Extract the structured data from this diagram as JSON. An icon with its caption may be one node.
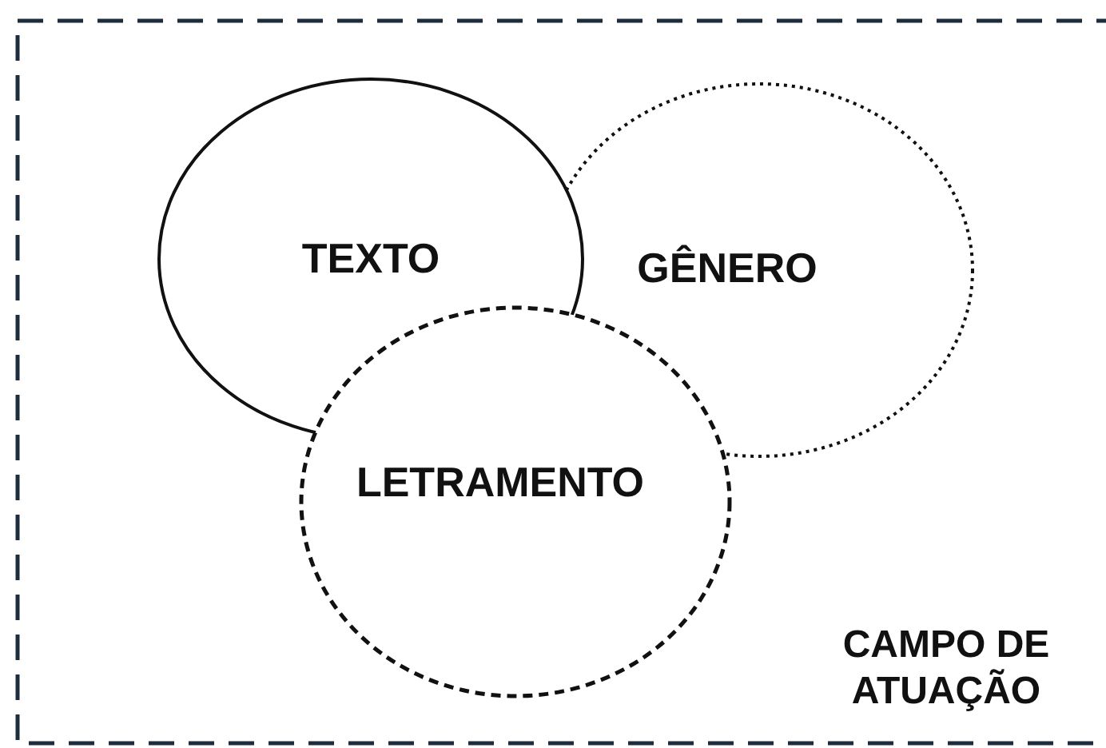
{
  "diagram": {
    "nodes": [
      {
        "text": [
          "CAMPO DE ATUAÇÃO"
        ]
      },
      {
        "text": [
          "GÊNERO"
        ],
        "in": 0
      },
      {
        "text": [
          "TEXTO"
        ],
        "in": 0
      },
      {
        "text": [
          "LETRAMENTO"
        ],
        "in": 0
      }
    ]
  }
}
